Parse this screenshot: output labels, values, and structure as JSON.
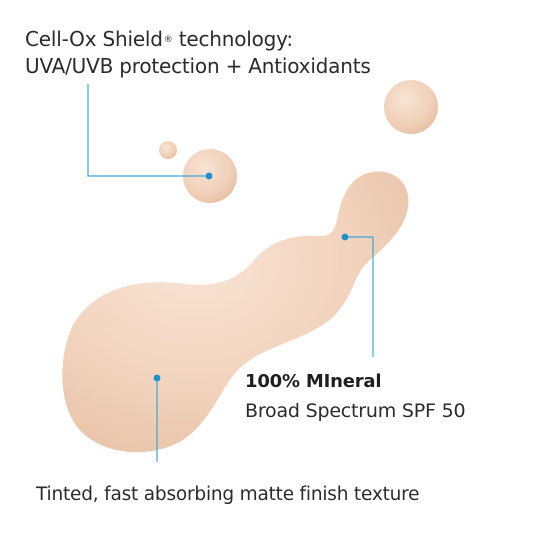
{
  "colors": {
    "background": "#ffffff",
    "product": "#f3d5c0",
    "product_highlight": "#f8e3d3",
    "product_shadow": "#e7c1a6",
    "callout_line": "#3aa8d8",
    "callout_dot": "#1b8fd0",
    "text": "#2b2b2b"
  },
  "annotations": {
    "tech_line1_main": "Cell-Ox Shield",
    "tech_line1_mark": "®",
    "tech_line1_rest": " technology:",
    "tech_line2": "UVA/UVB protection + Antioxidants",
    "mineral_title": "100%  MIneral",
    "mineral_subtitle": "Broad Spectrum SPF 50",
    "texture_caption": "Tintеd, fast absorbing matte finish texture"
  }
}
